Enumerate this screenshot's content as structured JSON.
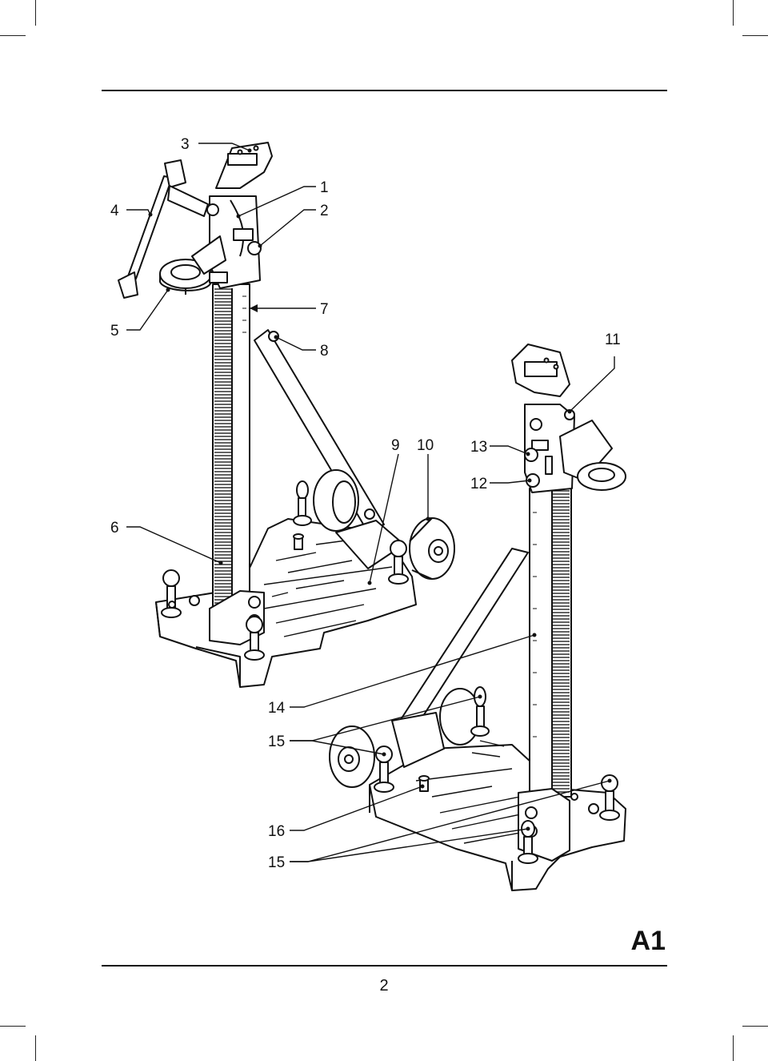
{
  "figure": {
    "id_label": "A1",
    "callouts": {
      "c1": "1",
      "c2": "2",
      "c3": "3",
      "c4": "4",
      "c5": "5",
      "c6": "6",
      "c7": "7",
      "c8": "8",
      "c9": "9",
      "c10": "10",
      "c11": "11",
      "c12": "12",
      "c13": "13",
      "c14": "14",
      "c15a": "15",
      "c15b": "15",
      "c16": "16"
    }
  },
  "page": {
    "number": "2"
  }
}
